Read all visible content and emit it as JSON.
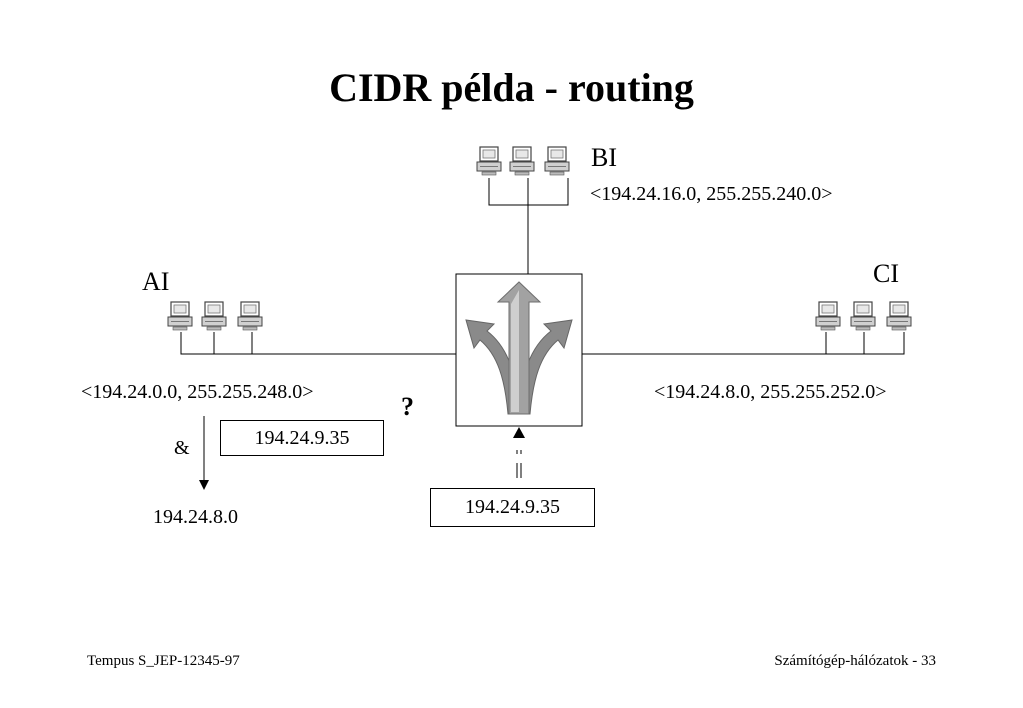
{
  "slide": {
    "title": "CIDR példa - routing",
    "footer_left": "Tempus S_JEP-12345-97",
    "footer_right": "Számítógép-hálózatok - 33"
  },
  "networks": {
    "a": {
      "name": "AI",
      "range": "<194.24.0.0, 255.255.248.0>"
    },
    "b": {
      "name": "BI",
      "range": "<194.24.16.0, 255.255.240.0>"
    },
    "c": {
      "name": "CI",
      "range": "<194.24.8.0, 255.255.252.0>"
    }
  },
  "lookup": {
    "question_mark": "?",
    "and_symbol": "&",
    "tested_address": "194.24.9.35",
    "result": "194.24.8.0",
    "incoming_address": "194.24.9.35"
  },
  "icons": {
    "workstation": "workstation-icon",
    "router": "router-arrows-icon"
  },
  "colors": {
    "arrow_light": "#c8c8c8",
    "arrow_mid": "#9a9a9a",
    "arrow_dark": "#6e6e6e"
  }
}
